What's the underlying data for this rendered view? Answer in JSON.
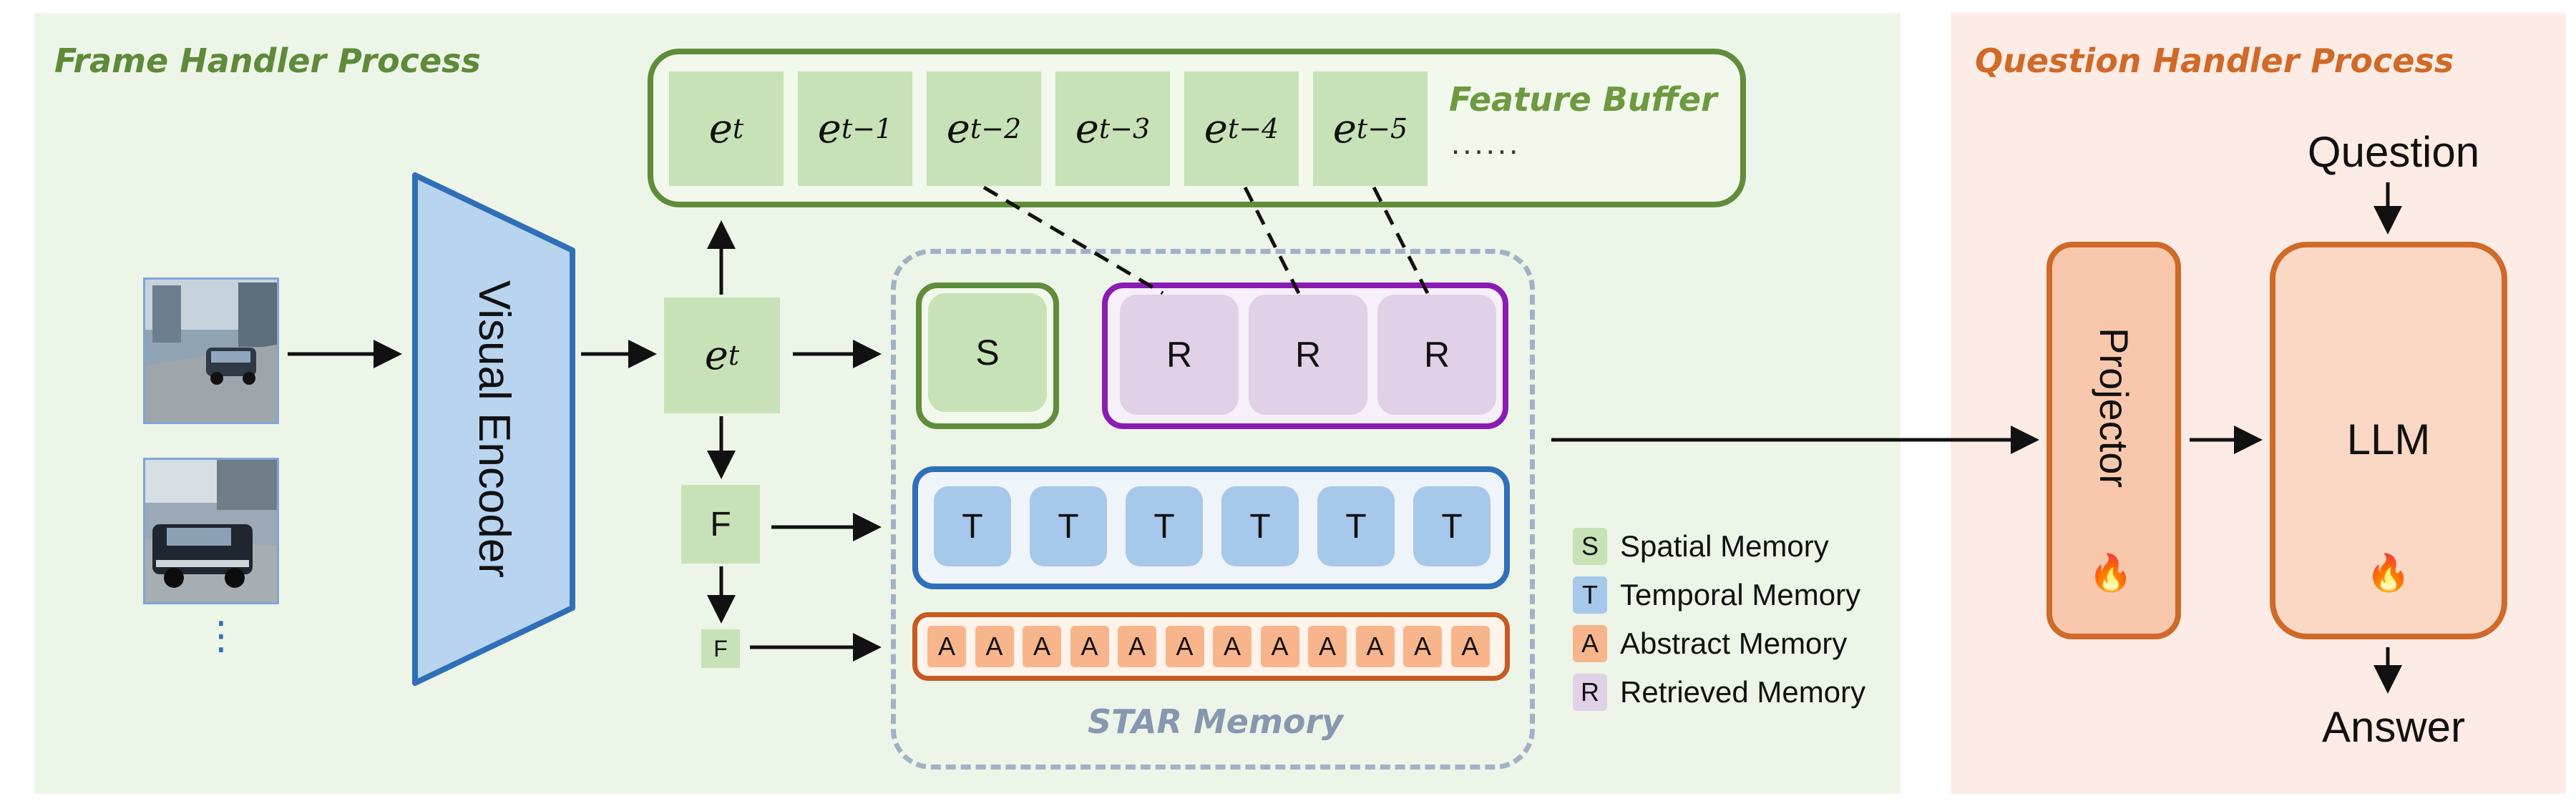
{
  "frame_handler": {
    "title": "Frame Handler Process",
    "feature_buffer": {
      "label": "Feature Buffer",
      "more": "......",
      "items": [
        {
          "base": "e",
          "sup": "t"
        },
        {
          "base": "e",
          "sup": "t−1"
        },
        {
          "base": "e",
          "sup": "t−2"
        },
        {
          "base": "e",
          "sup": "t−3"
        },
        {
          "base": "e",
          "sup": "t−4"
        },
        {
          "base": "e",
          "sup": "t−5"
        }
      ]
    },
    "encoder_label": "Visual Encoder",
    "frames_more": "⋮",
    "feature_node": {
      "base": "e",
      "sup": "t"
    },
    "f_large": "F",
    "f_small": "F"
  },
  "star_memory": {
    "label": "STAR Memory",
    "spatial": "S",
    "retrieved": [
      "R",
      "R",
      "R"
    ],
    "temporal": [
      "T",
      "T",
      "T",
      "T",
      "T",
      "T"
    ],
    "abstract": [
      "A",
      "A",
      "A",
      "A",
      "A",
      "A",
      "A",
      "A",
      "A",
      "A",
      "A",
      "A"
    ]
  },
  "legend": [
    {
      "key": "S",
      "label": "Spatial Memory",
      "color": "#c7e2b7"
    },
    {
      "key": "T",
      "label": "Temporal Memory",
      "color": "#a6c8ea"
    },
    {
      "key": "A",
      "label": "Abstract Memory",
      "color": "#f8b58c"
    },
    {
      "key": "R",
      "label": "Retrieved Memory",
      "color": "#e0d0e8"
    }
  ],
  "question_handler": {
    "title": "Question Handler Process",
    "projector_label": "Projector",
    "llm_label": "LLM",
    "question": "Question",
    "answer": "Answer",
    "flame_icon": "🔥"
  },
  "colors": {
    "left_panel": "#edf5e8",
    "right_panel": "#fcece5",
    "green": "#5f8d3c",
    "blue": "#2f6fb7",
    "orange": "#cf6a2a",
    "purple": "#8a1cb5"
  }
}
